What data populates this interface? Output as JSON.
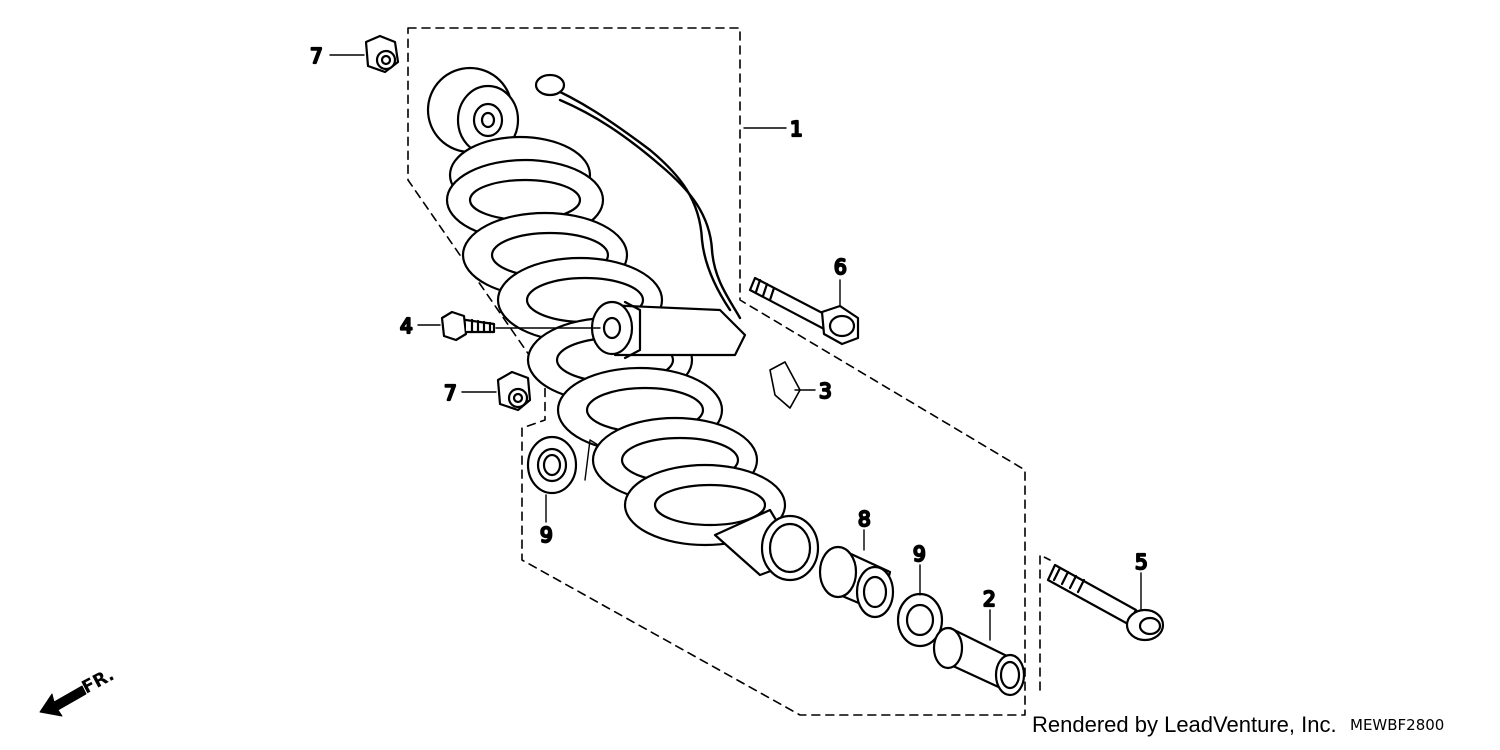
{
  "callouts": {
    "c1": "1",
    "c2": "2",
    "c3": "3",
    "c4": "4",
    "c5": "5",
    "c6": "6",
    "c7a": "7",
    "c7b": "7",
    "c8": "8",
    "c9a": "9",
    "c9b": "9"
  },
  "front_marker": "FR.",
  "credit_text": "Rendered by LeadVenture, Inc.",
  "diagram_code": "MEWBF2800"
}
